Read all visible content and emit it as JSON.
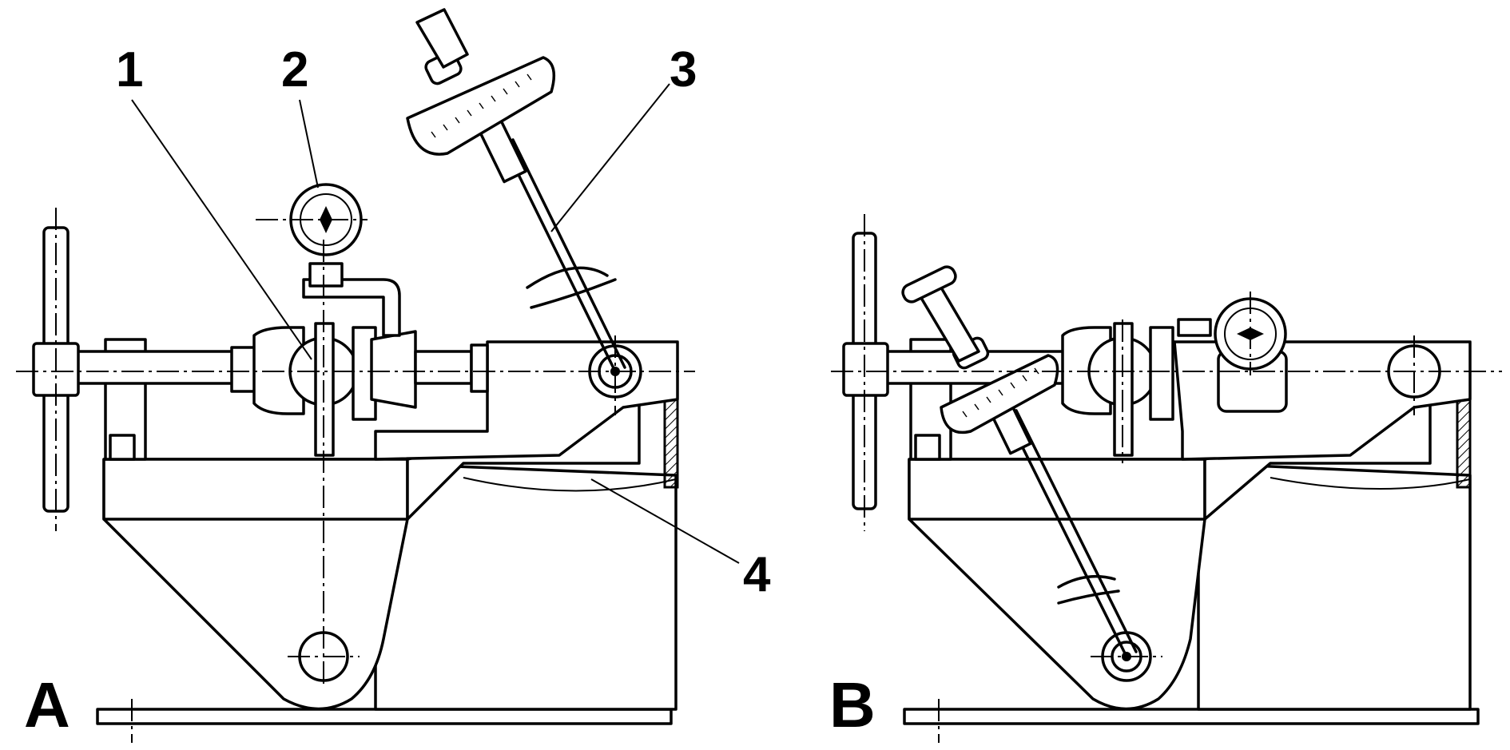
{
  "callouts": {
    "c1": "1",
    "c2": "2",
    "c3": "3",
    "c4": "4"
  },
  "views": {
    "a": "A",
    "b": "B"
  }
}
